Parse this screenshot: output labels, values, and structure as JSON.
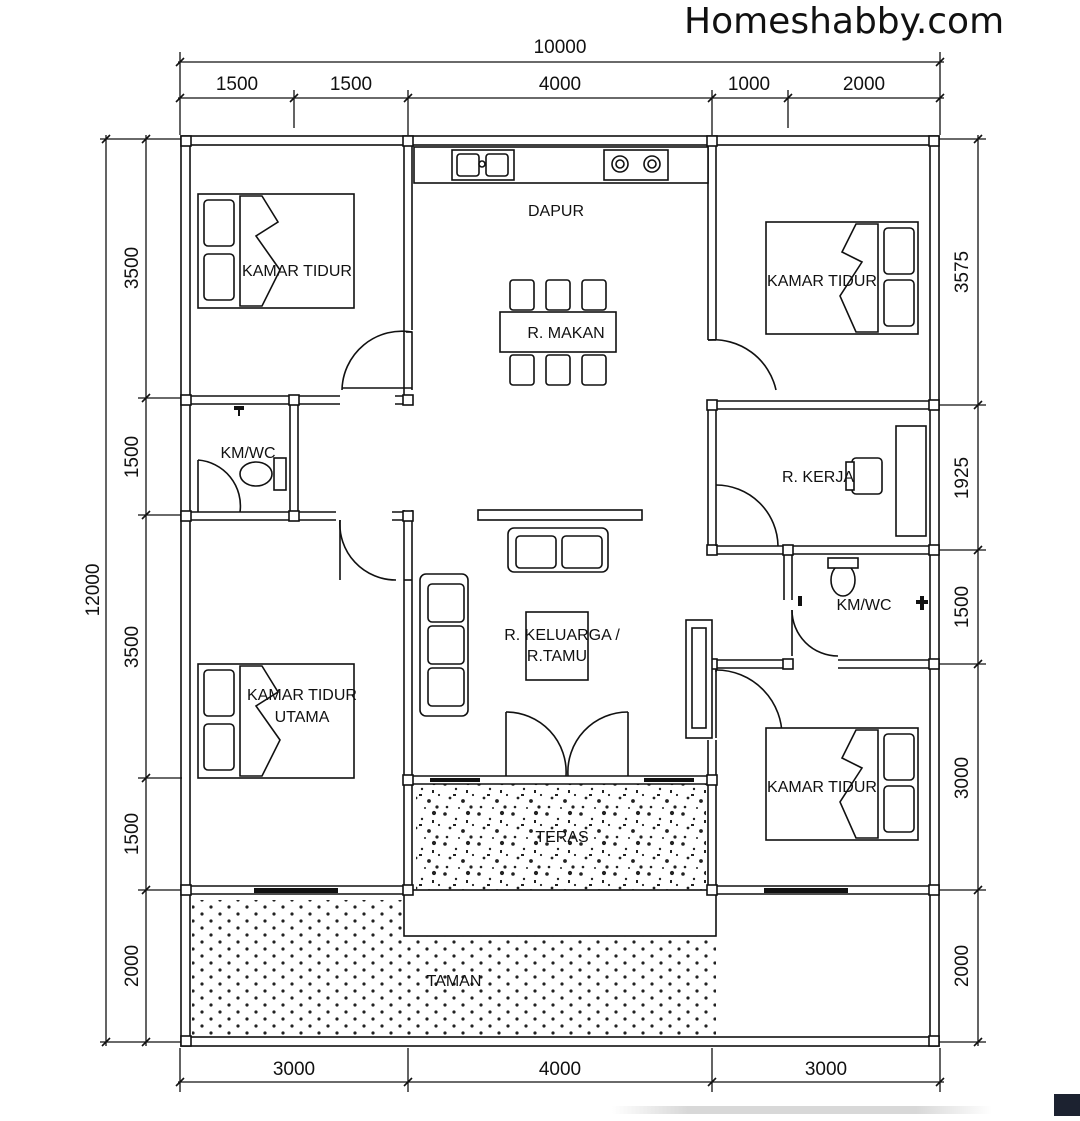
{
  "watermark": "Homeshabby.com",
  "dimensions": {
    "top_total": "10000",
    "top_segments": [
      "1500",
      "1500",
      "4000",
      "1000",
      "2000"
    ],
    "bottom_segments": [
      "3000",
      "4000",
      "3000"
    ],
    "left_total": "12000",
    "left_segments": [
      "3500",
      "1500",
      "3500",
      "1500",
      "2000"
    ],
    "right_segments": [
      "3575",
      "1925",
      "1500",
      "3000",
      "2000"
    ]
  },
  "rooms": {
    "dapur": "DAPUR",
    "r_makan": "R. MAKAN",
    "kamar_tidur_top_left": "KAMAR TIDUR",
    "kamar_tidur_top_right": "KAMAR TIDUR",
    "km_wc_left": "KM/WC",
    "r_kerja": "R. KERJA",
    "km_wc_right": "KM/WC",
    "r_keluarga_line1": "R. KELUARGA /",
    "r_keluarga_line2": "R.TAMU",
    "kamar_tidur_utama_line1": "KAMAR TIDUR",
    "kamar_tidur_utama_line2": "UTAMA",
    "kamar_tidur_bottom_right": "KAMAR TIDUR",
    "teras": "TERAS",
    "taman": "TAMAN"
  }
}
